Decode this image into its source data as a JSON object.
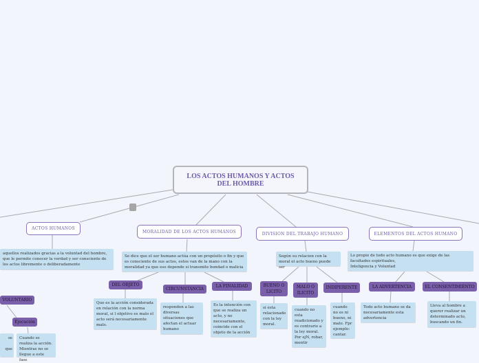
{
  "central": {
    "title": "LOS ACTOS HUMANOS Y ACTOS DEL HOMBRE"
  },
  "branches": {
    "actos": {
      "label": "ACTOS HUMANOS",
      "desc": "aquellos realizados gracias a la voluntad del hombre, que le permite conocer la verdad y ser consciente de los actos libremente o deliberadamente",
      "voluntario": "VOLUNTARIO",
      "ejecucion": "Ejecución",
      "ejecucion_desc": "Cuando se realiza la acción. Mientras no se llegue a este fase",
      "left_fragment": "se\n\nque"
    },
    "moralidad": {
      "label": "MORALIDAD DE LOS ACTOS HUMANOS",
      "desc": "Se dice que el ser humano actúa con un propósito o fin y  que es consciente de sus actos, estos van de la mano con la moralidad ya que eso depende si transmite bondad o malicia",
      "children": [
        {
          "label": "DEL OBJETO",
          "desc": "Que es la acción considerada en relación con la norma moral, si l objetivo es malo el acto será necesariamente malo."
        },
        {
          "label": "CIRCUNSTANCIA",
          "desc": "responden a las diversas situaciones que afectan el actuar humano"
        },
        {
          "label": "LA FINALIDAD",
          "desc": "Es la intención con que se realiza un acto, y no necesariamente, coincide con el objeto de la acción"
        }
      ]
    },
    "division": {
      "label": "DIVISION DEL TRABAJO HUMANO",
      "desc": "Según su relacion con la moral el acto bueno puede ser",
      "children": [
        {
          "label": "BUENO O\nLICITO",
          "desc": "si esta relacionado con la ley moral."
        },
        {
          "label": "MALO O\nILICITO",
          "desc": "cuando no esta readicionado y es contrario a la ley moral. Por ejN, robar, mentir"
        },
        {
          "label": "INDIPERENTE",
          "desc": "cuando no es ni bueno, ni malo. Fpr ejemplo: cantar."
        }
      ]
    },
    "elementos": {
      "label": "ELEMENTOS DEL ACTOS HUMANO",
      "desc": "Lo propio de todo acto humano es que exige de las facultades espirituales,\n Inteligencia y Voluntad",
      "children": [
        {
          "label": "LA ADVERTENCIA",
          "desc": "Todo acto humano se da necesariamente esta advertencia"
        },
        {
          "label": "EL CONSENTIMIENTO",
          "desc": "Lleva al hombre a querer realizar un determinado acto, buscando un fin."
        }
      ]
    }
  },
  "colors": {
    "background": "#f3f5fc",
    "main_border": "#8a72b8",
    "sub_fill": "#7a5fab",
    "desc_fill": "#c4e0f1",
    "title_text": "#6b5aa9"
  }
}
